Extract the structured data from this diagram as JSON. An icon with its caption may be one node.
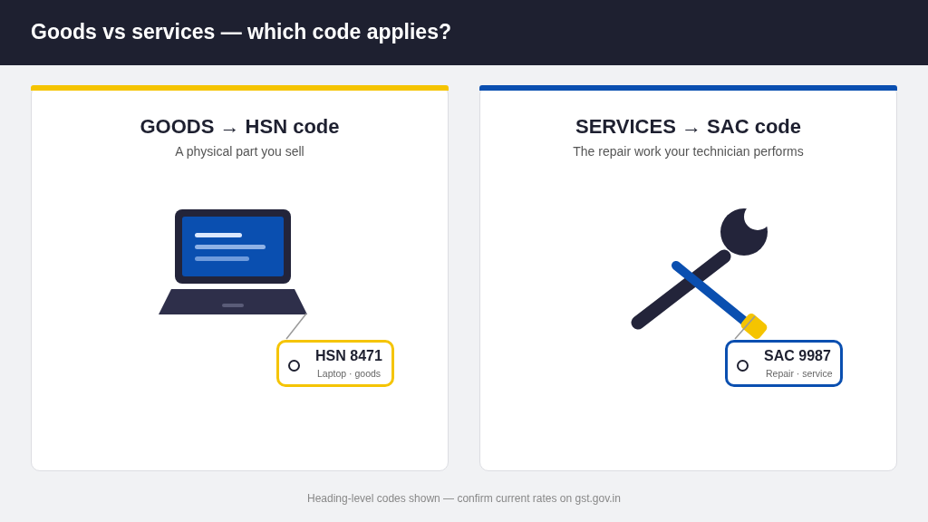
{
  "diagram": {
    "title": "Goods vs services — which code applies?",
    "nodes": [
      {
        "text": [
          "GOODS → HSN code",
          "A physical part you sell"
        ]
      },
      {
        "text": [],
        "shape": "picture",
        "in": 0
      },
      {
        "text": [
          "HSN 8471",
          "Laptop · goods"
        ],
        "in": 0
      },
      {
        "text": [
          "SERVICES → SAC code",
          "The repair work your technician performs"
        ]
      },
      {
        "text": [],
        "shape": "picture",
        "in": 3
      },
      {
        "text": [
          "SAC 9987",
          "Repair · service"
        ],
        "in": 3
      }
    ],
    "edges": [
      {
        "from": 2,
        "to": 1,
        "arrow": "none"
      },
      {
        "from": 5,
        "to": 4,
        "arrow": "none"
      }
    ],
    "caption": "Heading-level codes shown — confirm current rates on gst.gov.in"
  }
}
